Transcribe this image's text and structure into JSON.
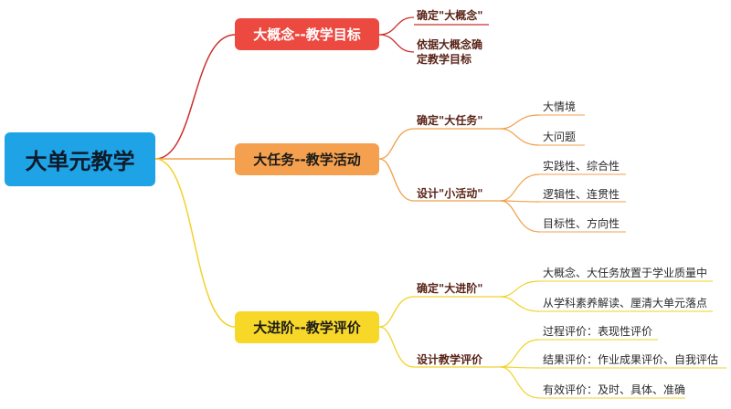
{
  "root": {
    "label": "大单元教学"
  },
  "branches": [
    {
      "label": "大概念--教学目标",
      "color": "#ec4a41",
      "children": [
        {
          "label": "确定\"大概念\""
        },
        {
          "label_line1": "依据大概念确",
          "label_line2": "定教学目标"
        }
      ]
    },
    {
      "label": "大任务--教学活动",
      "color": "#f5a04e",
      "children": [
        {
          "label": "确定\"大任务\"",
          "children": [
            "大情境",
            "大问题"
          ]
        },
        {
          "label": "设计\"小活动\"",
          "children": [
            "实践性、综合性",
            "逻辑性、连贯性",
            "目标性、方向性"
          ]
        }
      ]
    },
    {
      "label": "大进阶--教学评价",
      "color": "#f7d728",
      "children": [
        {
          "label": "确定\"大进阶\"",
          "children": [
            "大概念、大任务放置于学业质量中",
            "从学科素养解读、厘清大单元落点"
          ]
        },
        {
          "label": "设计教学评价",
          "children": [
            "过程评价：表现性评价",
            "结果评价：作业成果评价、自我评估",
            "有效评价：及时、具体、准确"
          ]
        }
      ]
    }
  ]
}
